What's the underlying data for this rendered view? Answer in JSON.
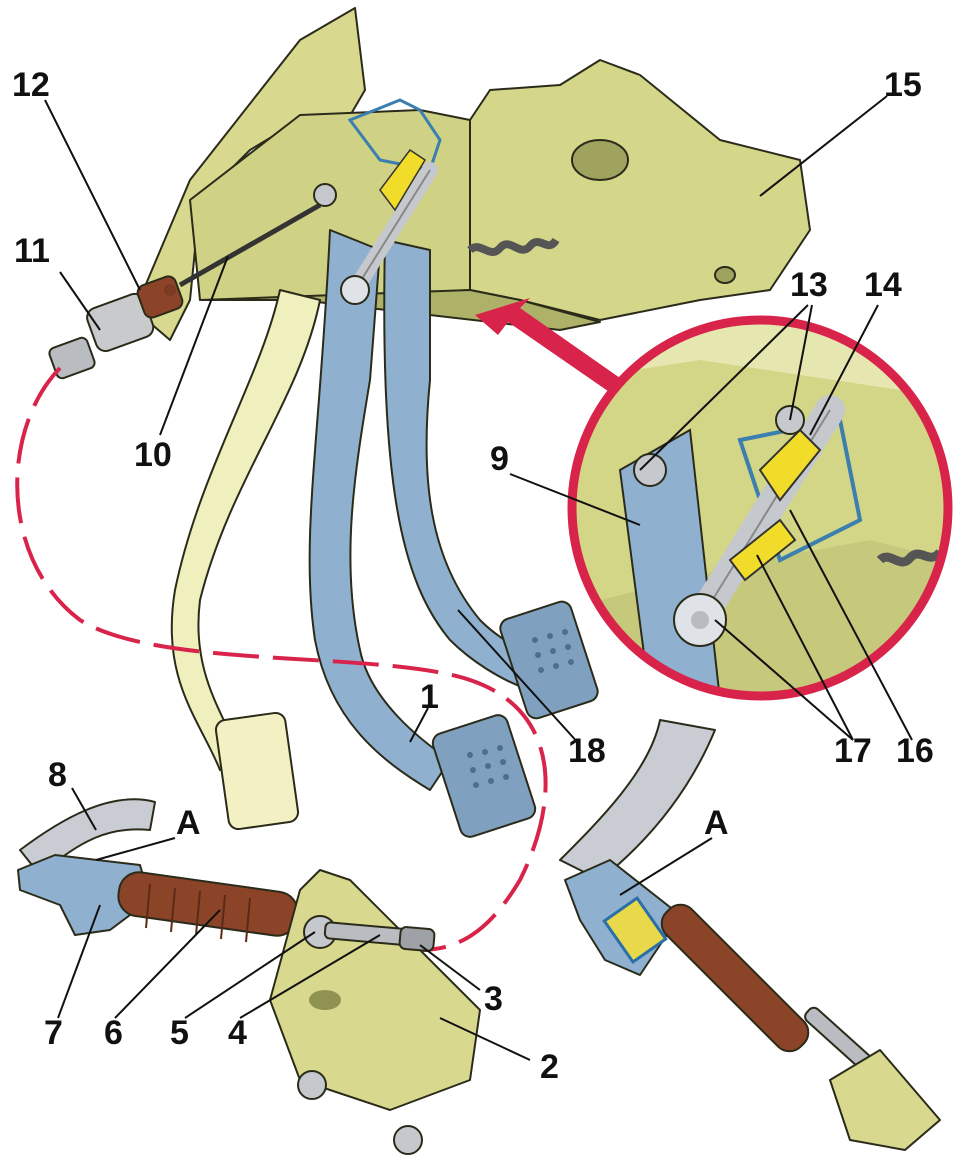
{
  "colors": {
    "panel": "#d8d98f",
    "panel_shade": "#aeb168",
    "pedal_blue": "#8fb1cf",
    "pedal_blue_dark": "#5d86a8",
    "pale_pedal": "#f0f0bf",
    "cable_brown": "#7a3b22",
    "bellows_brown": "#8c4428",
    "callout_red": "#d8244a",
    "bracket_grey": "#a9adb4",
    "spring_yellow": "#f2dc2a",
    "line": "#111111"
  },
  "labels": {
    "n1": "1",
    "n2": "2",
    "n3": "3",
    "n4": "4",
    "n5": "5",
    "n6": "6",
    "n7": "7",
    "n8": "8",
    "n9": "9",
    "n10": "10",
    "n11": "11",
    "n12": "12",
    "n13": "13",
    "n14": "14",
    "n15": "15",
    "n16": "16",
    "n17": "17",
    "n18": "18",
    "a_left": "A",
    "a_right": "A"
  }
}
